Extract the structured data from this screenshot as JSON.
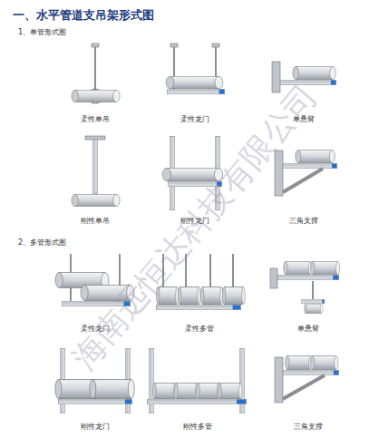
{
  "diagram": {
    "title": "一、水平管道支吊架形式图",
    "labels": [
      "1、单管形式图",
      "柔性单吊",
      "柔性龙门",
      "单悬臂",
      "刚性单吊",
      "刚性龙门",
      "三角支撑",
      "2、多管形式图",
      "柔性龙门",
      "柔性多管",
      "单悬臂",
      "刚性龙门",
      "刚性多管",
      "三角支撑",
      "海南远恒达科技有限公司"
    ]
  }
}
